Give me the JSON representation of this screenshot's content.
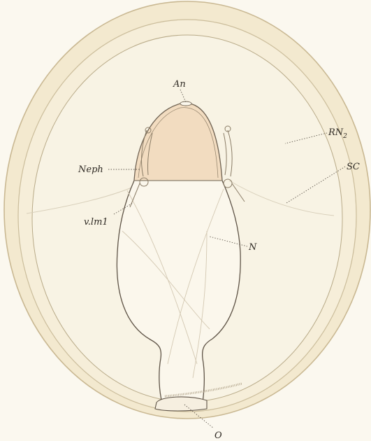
{
  "labels": {
    "an": "An",
    "rn_main": "RN",
    "rn_sub": "2",
    "sc": "SC",
    "neph": "Neph",
    "vlm1": "v.lm1",
    "n": "N",
    "o": "O"
  },
  "colors": {
    "paper": "#fbf8ef",
    "outer_shell": "#f3e9cf",
    "shell_outline": "#c9b892",
    "inner_body": "#f8f3e4",
    "head_cap": "#f2dcc0",
    "gut_fill": "#fbf7ec",
    "ink": "#2f2a24"
  }
}
